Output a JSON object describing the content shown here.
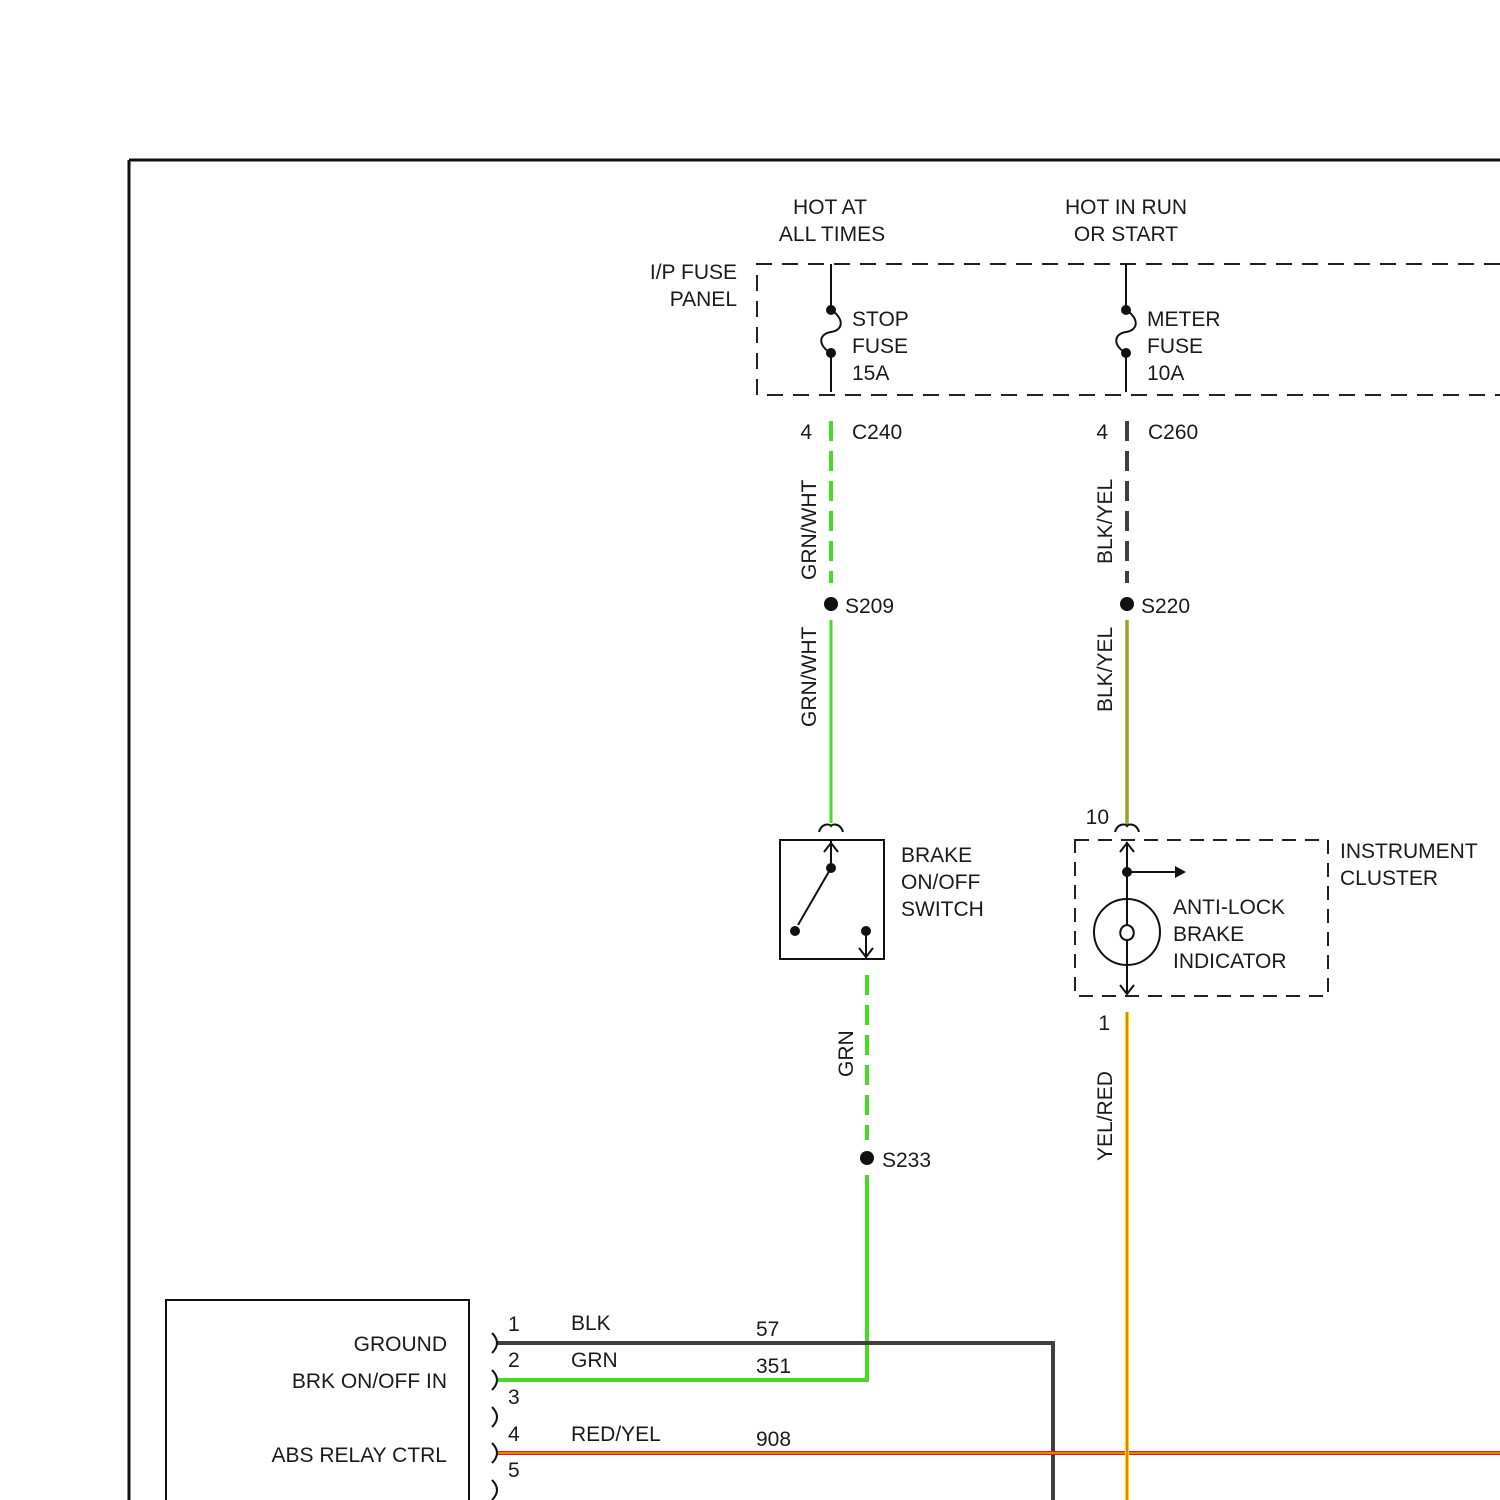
{
  "fuse_panel": {
    "label_line1": "I/P FUSE",
    "label_line2": "PANEL",
    "feed_left_line1": "HOT AT",
    "feed_left_line2": "ALL TIMES",
    "feed_right_line1": "HOT IN RUN",
    "feed_right_line2": "OR START",
    "stop_fuse": {
      "line1": "STOP",
      "line2": "FUSE",
      "rating": "15A"
    },
    "meter_fuse": {
      "line1": "METER",
      "line2": "FUSE",
      "rating": "10A"
    }
  },
  "connectors": {
    "c240": {
      "pin": "4",
      "name": "C240"
    },
    "c260": {
      "pin": "4",
      "name": "C260"
    }
  },
  "splices": {
    "s209": "S209",
    "s220": "S220",
    "s233": "S233"
  },
  "wires": {
    "grn_wht_upper": "GRN/WHT",
    "grn_wht_lower": "GRN/WHT",
    "blk_yel_upper": "BLK/YEL",
    "blk_yel_lower": "BLK/YEL",
    "grn": "GRN",
    "yel_red": "YEL/RED"
  },
  "brake_switch": {
    "line1": "BRAKE",
    "line2": "ON/OFF",
    "line3": "SWITCH"
  },
  "instrument_cluster": {
    "line1": "INSTRUMENT",
    "line2": "CLUSTER",
    "pin_in": "10",
    "pin_out": "1",
    "indicator_line1": "ANTI-LOCK",
    "indicator_line2": "BRAKE",
    "indicator_line3": "INDICATOR"
  },
  "module": {
    "ground_label": "GROUND",
    "brk_label": "BRK ON/OFF IN",
    "abs_label": "ABS RELAY CTRL",
    "pins": [
      "1",
      "2",
      "3",
      "4",
      "5"
    ],
    "wires": [
      {
        "pin": "1",
        "color": "BLK",
        "circuit": "57"
      },
      {
        "pin": "2",
        "color": "GRN",
        "circuit": "351"
      },
      {
        "pin": "4",
        "color": "RED/YEL",
        "circuit": "908"
      }
    ]
  },
  "colors": {
    "green": "#44dd22",
    "black_wire": "#404040",
    "yellow": "#f2e000",
    "red": "#e02010",
    "olive": "#5a6a10"
  }
}
